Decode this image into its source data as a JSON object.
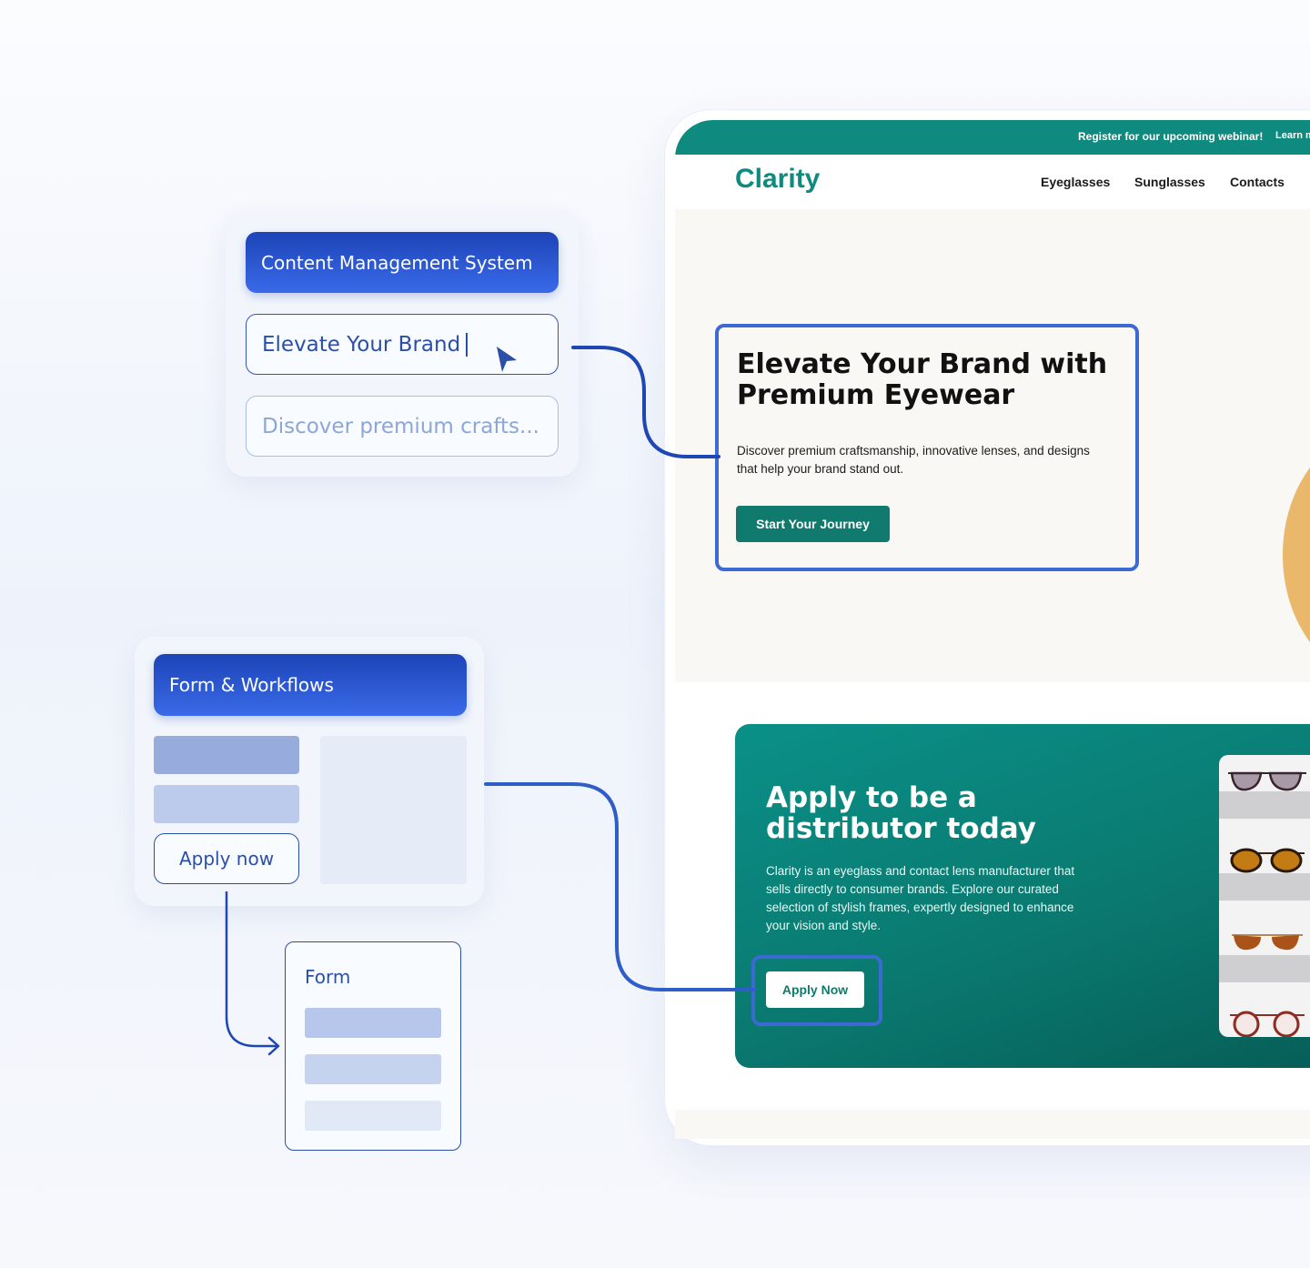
{
  "cms": {
    "header": "Content Management System",
    "headline_input": "Elevate Your Brand",
    "subtext_input": "Discover premium crafts..."
  },
  "forms": {
    "header": "Form & Workflows",
    "apply_button": "Apply now",
    "form_title": "Form"
  },
  "website": {
    "topbar": {
      "message": "Register for our upcoming webinar!",
      "link": "Learn m"
    },
    "logo": "Clarity",
    "nav": [
      "Eyeglasses",
      "Sunglasses",
      "Contacts"
    ],
    "hero": {
      "title": "Elevate Your Brand with Premium Eyewear",
      "subtitle": "Discover premium craftsmanship, innovative lenses, and designs that help your brand stand out.",
      "cta": "Start Your Journey"
    },
    "distributor": {
      "title": "Apply to be a distributor today",
      "body": "Clarity is an eyeglass and contact lens manufacturer that sells directly to consumer brands. Explore our curated selection of stylish frames, expertly designed to enhance your vision and style.",
      "cta": "Apply Now"
    },
    "shelf_icons": [
      "cat-eye-glasses-icon",
      "tortoise-sunglasses-icon",
      "aviator-sunglasses-icon",
      "red-round-glasses-icon"
    ]
  },
  "colors": {
    "brand_teal": "#0e8a7f",
    "accent_blue": "#2b4ea8",
    "highlight_blue": "#3c69d4",
    "orb": "#e9b86a"
  }
}
